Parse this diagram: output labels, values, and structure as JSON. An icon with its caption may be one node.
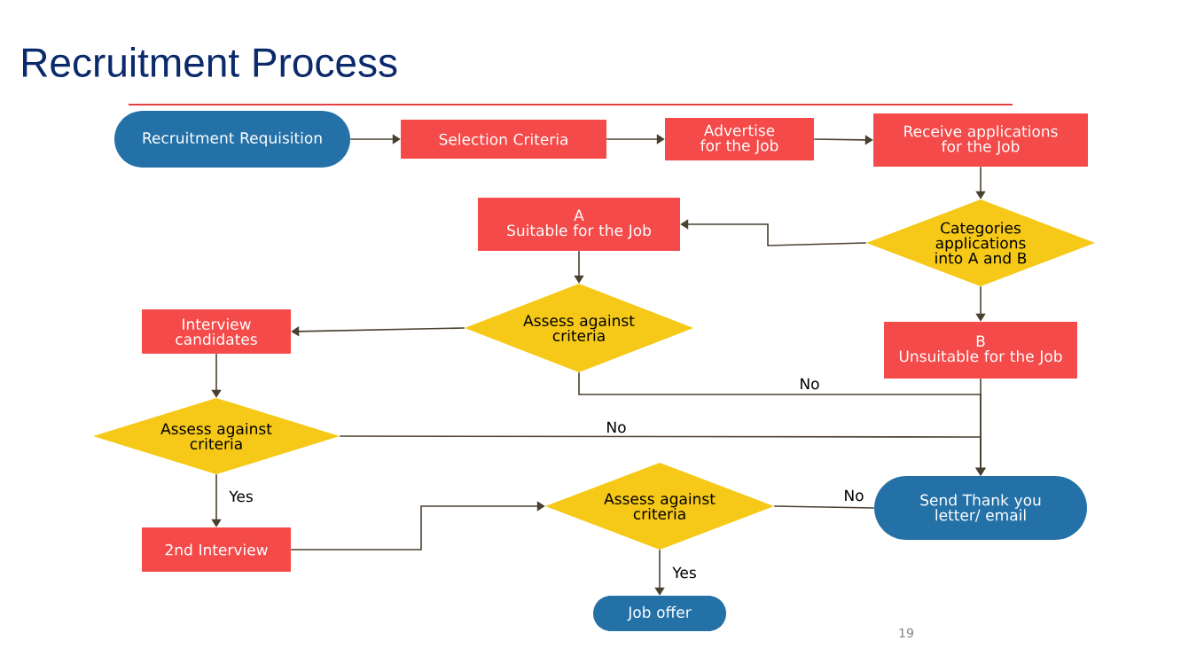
{
  "diagram": {
    "title": "Recruitment Process",
    "nodes": [
      {
        "text": [
          "Recruitment Requisition"
        ]
      },
      {
        "text": [
          "Selection Criteria"
        ]
      },
      {
        "text": [
          "Advertise for the Job"
        ]
      },
      {
        "text": [
          "Receive applications for the Job"
        ]
      },
      {
        "text": [
          "Categories applications into A and B"
        ]
      },
      {
        "text": [
          "A",
          "Suitable for the Job"
        ]
      },
      {
        "text": [
          "Assess against criteria"
        ]
      },
      {
        "text": [
          "B",
          "Unsuitable for the Job"
        ]
      },
      {
        "text": [
          "Interview candidates"
        ]
      },
      {
        "text": [
          "Assess against criteria"
        ]
      },
      {
        "text": [
          "Send Thank you letter/ email"
        ]
      },
      {
        "text": [
          "2nd Interview"
        ]
      },
      {
        "text": [
          "Assess against criteria"
        ]
      },
      {
        "text": [
          "Job offer"
        ]
      }
    ],
    "edges": [
      {
        "from": 0,
        "to": 1,
        "arrow": "to"
      },
      {
        "from": 1,
        "to": 2,
        "arrow": "to"
      },
      {
        "from": 2,
        "to": 3,
        "arrow": "to"
      },
      {
        "from": 3,
        "to": 4,
        "arrow": "to"
      },
      {
        "from": 4,
        "to": 5,
        "arrow": "to"
      },
      {
        "from": 4,
        "to": 7,
        "arrow": "to"
      },
      {
        "from": 5,
        "to": 6,
        "arrow": "to"
      },
      {
        "from": 6,
        "to": 8,
        "arrow": "to"
      },
      {
        "from": 8,
        "to": 9,
        "arrow": "to"
      },
      {
        "from": 6,
        "to": 10,
        "arrow": "to",
        "label": "No"
      },
      {
        "from": 9,
        "to": 10,
        "arrow": "to",
        "label": "No"
      },
      {
        "from": 7,
        "to": 10,
        "arrow": "to"
      },
      {
        "from": 9,
        "to": 11,
        "arrow": "to",
        "label": "Yes"
      },
      {
        "from": 11,
        "to": 12,
        "arrow": "to"
      },
      {
        "from": 12,
        "to": 10,
        "arrow": "none",
        "label": "No"
      },
      {
        "from": 12,
        "to": 13,
        "arrow": "to",
        "label": "Yes"
      }
    ],
    "labels": [
      "19"
    ]
  }
}
